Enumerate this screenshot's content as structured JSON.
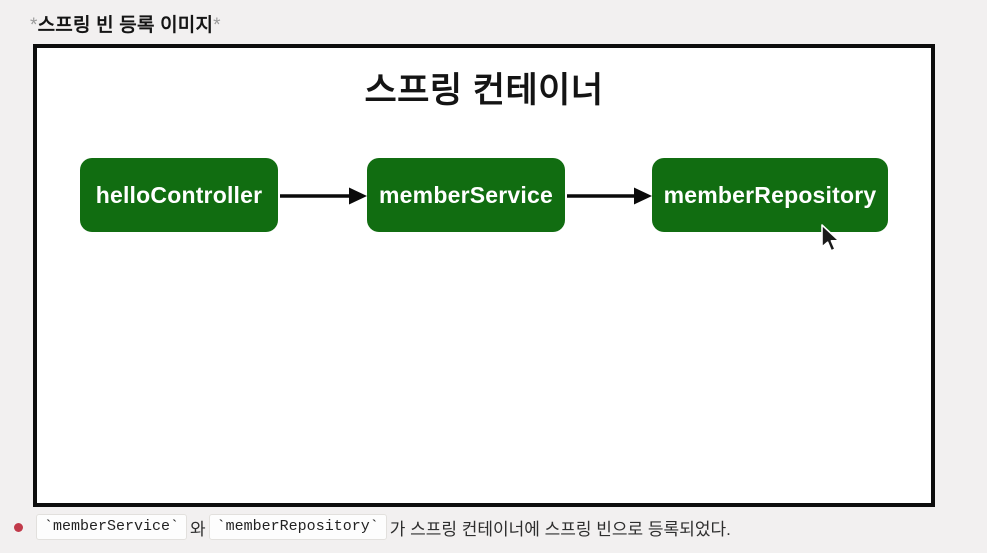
{
  "header": {
    "prefix": "*",
    "title": "스프링 빈 등록 이미지",
    "suffix": "*"
  },
  "container": {
    "title": "스프링 컨테이너",
    "node_color": "#116d11",
    "arrow_color": "#0a0a0a",
    "nodes": [
      {
        "label": "helloController"
      },
      {
        "label": "memberService"
      },
      {
        "label": "memberRepository"
      }
    ]
  },
  "note": {
    "bullet_color": "#c13a4a",
    "code1": "`memberService`",
    "text1": "와",
    "code2": "`memberRepository`",
    "text2": "가 스프링 컨테이너에 스프링 빈으로 등록되었다."
  }
}
